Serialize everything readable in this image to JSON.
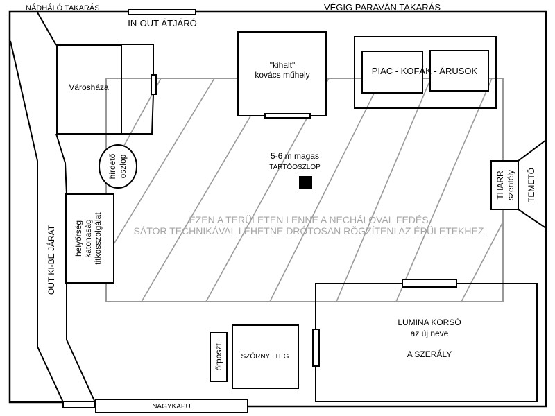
{
  "labels": {
    "nadhalo": "NÁDHÁLÓ TAKARÁS",
    "paravan": "VÉGIG PARAVÁN TAKARÁS",
    "inout": "IN-OUT ÁTJÁRÓ",
    "varoshaza": "Városháza",
    "kovacs_line1": "\"kihalt\"",
    "kovacs_line2": "kovács műhely",
    "piac": "PIAC - KOFÁK - ÁRUSOK",
    "hirdeto_line1": "hirdető",
    "hirdeto_line2": "oszlop",
    "oszlop_line1": "5-6 m magas",
    "oszlop_line2": "TARTÓOSZLOP",
    "halo_line1": "EZEN A TERÜLETEN LENNE A NECHÁLÓVAL FEDÉS",
    "halo_line2": "SÁTOR TECHNIKÁVAL LEHETNE DRÓTOSAN RÖGZÍTENI AZ ÉPÜLETEKHEZ",
    "tharr_line1": "THARR",
    "tharr_line2": "szentély",
    "temeto": "TEMETŐ",
    "helyorseg_line1": "helyőrség",
    "helyorseg_line2": "katonaság",
    "helyorseg_line3": "titkosszolgálat",
    "out_jarat": "OUT KI-BE JÁRAT",
    "lumina_line1": "LUMINA KORSÓ",
    "lumina_line2": "az új neve",
    "lumina_line3": "A SZERÁLY",
    "szornyeteg": "SZÖRNYETEG",
    "orposzt": "őrposzt",
    "nagykapu": "NAGYKAPU"
  },
  "colors": {
    "wall": "#000000",
    "net_area": "#999999",
    "net_text": "#a6a6a6",
    "pillar": "#000000"
  }
}
